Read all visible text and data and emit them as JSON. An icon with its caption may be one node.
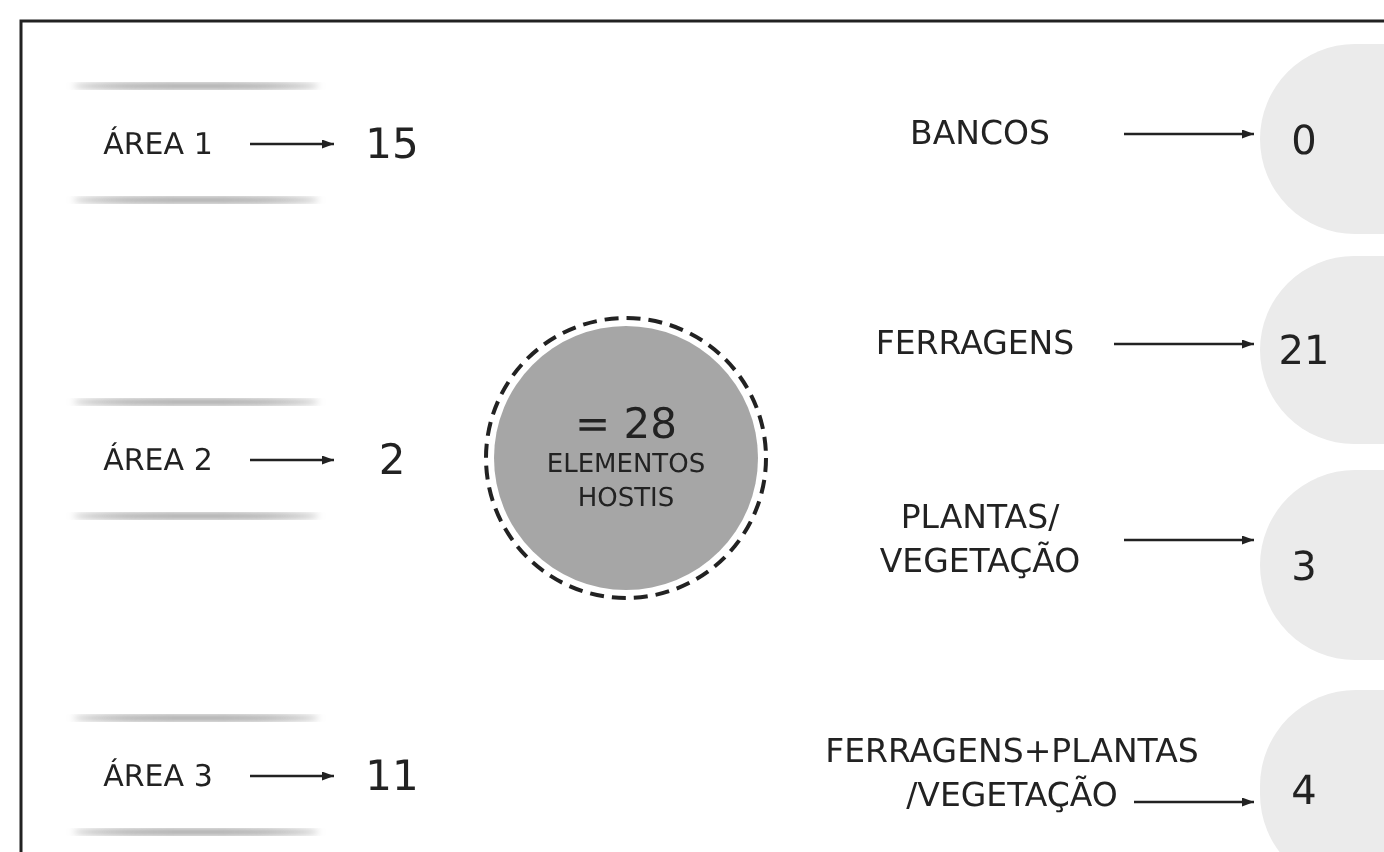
{
  "diagram": {
    "nodes": [
      {
        "text": [
          "ÁREA 1"
        ]
      },
      {
        "text": [
          "15"
        ]
      },
      {
        "text": [
          "ÁREA 2"
        ]
      },
      {
        "text": [
          "2"
        ]
      },
      {
        "text": [
          "ÁREA 3"
        ]
      },
      {
        "text": [
          "11"
        ]
      },
      {
        "text": [
          "= 28",
          "ELEMENTOS HOSTIS"
        ]
      },
      {
        "text": [
          "BANCOS"
        ]
      },
      {
        "text": [
          "0"
        ]
      },
      {
        "text": [
          "FERRAGENS"
        ]
      },
      {
        "text": [
          "21"
        ]
      },
      {
        "text": [
          "PLANTAS/ VEGETAÇÃO"
        ]
      },
      {
        "text": [
          "3"
        ]
      },
      {
        "text": [
          "FERRAGENS+PLANTAS /VEGETAÇÃO"
        ]
      },
      {
        "text": [
          "4"
        ]
      }
    ],
    "edges": [
      {
        "from": 0,
        "to": 1,
        "arrow": "to"
      },
      {
        "from": 2,
        "to": 3,
        "arrow": "to"
      },
      {
        "from": 4,
        "to": 5,
        "arrow": "to"
      },
      {
        "from": 7,
        "to": 8,
        "arrow": "to"
      },
      {
        "from": 9,
        "to": 10,
        "arrow": "to"
      },
      {
        "from": 11,
        "to": 12,
        "arrow": "to"
      },
      {
        "from": 13,
        "to": 14,
        "arrow": "to"
      }
    ]
  }
}
